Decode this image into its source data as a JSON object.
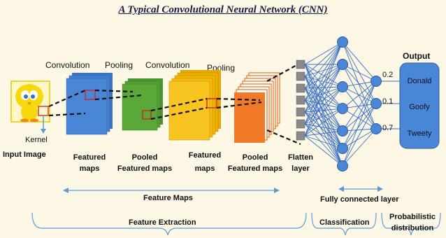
{
  "title": "A Typical Convolutional Neural Network (CNN)",
  "stage_labels": {
    "convolution_1": "Convolution",
    "pooling_1": "Pooling",
    "convolution_2": "Convolution",
    "pooling_2": "Pooling",
    "output": "Output"
  },
  "layer_labels": {
    "kernel": "Kernel",
    "input_image": "Input Image",
    "featured_maps_1_l1": "Featured",
    "featured_maps_1_l2": "maps",
    "pooled_1_l1": "Pooled",
    "pooled_1_l2": "Featured maps",
    "featured_maps_2_l1": "Featured",
    "featured_maps_2_l2": "maps",
    "pooled_2_l1": "Pooled",
    "pooled_2_l2": "Featured maps",
    "flatten_l1": "Flatten",
    "flatten_l2": "layer"
  },
  "section_labels": {
    "feature_maps": "Feature Maps",
    "fully_connected": "Fully connected layer",
    "feature_extraction": "Feature Extraction",
    "classification": "Classification",
    "probabilistic_l1": "Probabilistic",
    "probabilistic_l2": "distribution"
  },
  "outputs": [
    {
      "label": "Donald",
      "probability": "0.2"
    },
    {
      "label": "Goofy",
      "probability": "0.1"
    },
    {
      "label": "Tweety",
      "probability": "0.7"
    }
  ],
  "colors": {
    "background": "#fdf8e6",
    "conv1": "#4a86d6",
    "pool1": "#5aa83a",
    "conv2": "#f5b800",
    "pool2": "#f07a28",
    "node": "#4a86d6",
    "flatten": "#8a8a8a",
    "output_box": "#4a86d6",
    "arrow": "#5a9bd5"
  }
}
